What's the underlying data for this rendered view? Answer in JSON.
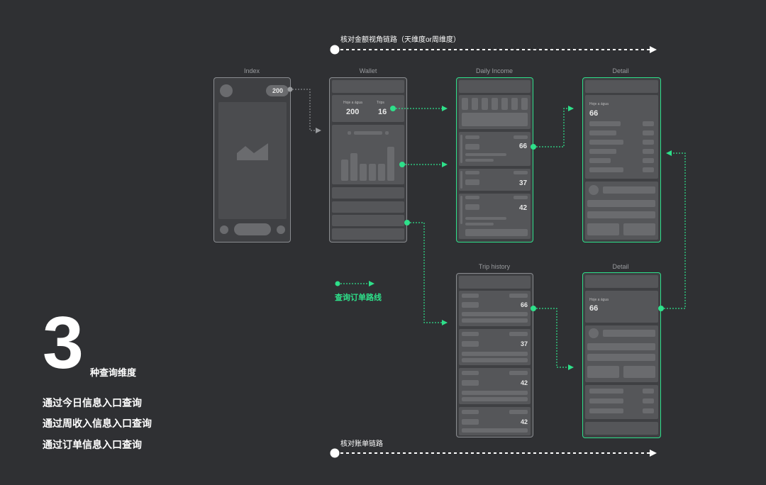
{
  "top_route": {
    "label": "核对金额视角链路（天维度or周维度）"
  },
  "bottom_route": {
    "label": "核对账单链路"
  },
  "legend": {
    "label": "查询订单路线"
  },
  "summary": {
    "big_number": "3",
    "suffix": "种查询维度",
    "lines": [
      "通过今日信息入口查询",
      "通过周收入信息入口查询",
      "通过订单信息入口查询"
    ]
  },
  "screens": {
    "index": {
      "title": "Index",
      "balance": "200"
    },
    "wallet": {
      "title": "Wallet",
      "stat1_label": "Hoje a água",
      "stat1_value": "200",
      "stat2_label": "Trips",
      "stat2_value": "16"
    },
    "daily_income": {
      "title": "Daily Income",
      "values": [
        "66",
        "37",
        "42"
      ]
    },
    "detail_top": {
      "title": "Detail",
      "label": "Hoje a água",
      "value": "66"
    },
    "trip_history": {
      "title": "Trip history",
      "values": [
        "66",
        "37",
        "42",
        "42"
      ]
    },
    "detail_bottom": {
      "title": "Detail",
      "label": "Hoje a água",
      "value": "66"
    }
  },
  "colors": {
    "accent": "#2ee08a",
    "background": "#2f3033",
    "frame": "#3f4043"
  }
}
